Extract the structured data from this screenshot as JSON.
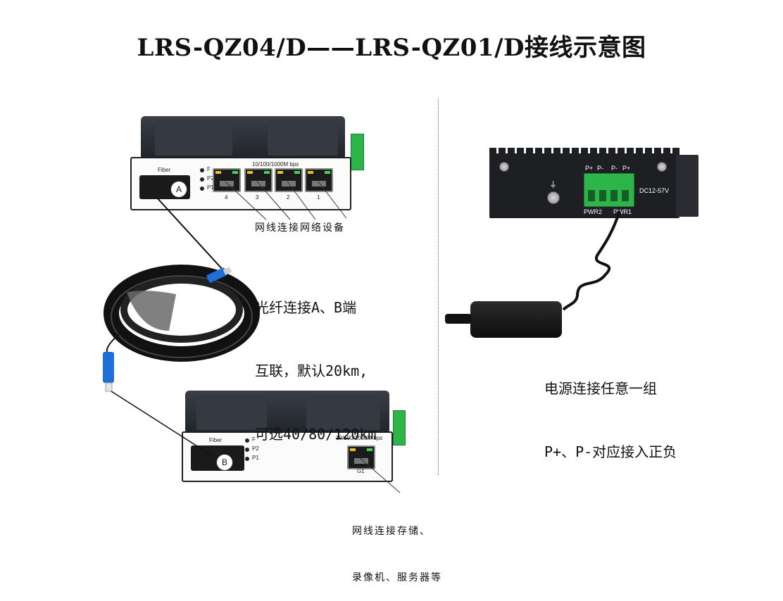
{
  "title": "LRS-QZ04/D——LRS-QZ01/D接线示意图",
  "fiber_note": {
    "line1": "光纤连接A、B端",
    "line2": "互联，默认20km,",
    "line3": "可选40/80/120km"
  },
  "power_note": {
    "line1": "电源连接任意一组",
    "line2": "P+、P-对应接入正负"
  },
  "lan_note_top": "网线连接网络设备",
  "lan_note_bottom": {
    "line1": "网线连接存储、",
    "line2": "录像机、服务器等"
  },
  "device_top": {
    "fiber_label": "Fiber",
    "badge": "A",
    "leds": [
      "F",
      "P2",
      "P1"
    ],
    "speed_label": "10/100/1000M  bps",
    "port_numbers": [
      "4",
      "3",
      "2",
      "1"
    ]
  },
  "device_bottom": {
    "fiber_label": "Fiber",
    "badge": "B",
    "leds": [
      "F",
      "P2",
      "P1"
    ],
    "speed_label": "10/100/1000M bps",
    "port_label": "G1"
  },
  "power_panel": {
    "terminal_labels": [
      "P+",
      "P-",
      "P-",
      "P+"
    ],
    "voltage": "DC12-57V",
    "pwr2": "PWR2",
    "pwr1": "PWR1"
  }
}
